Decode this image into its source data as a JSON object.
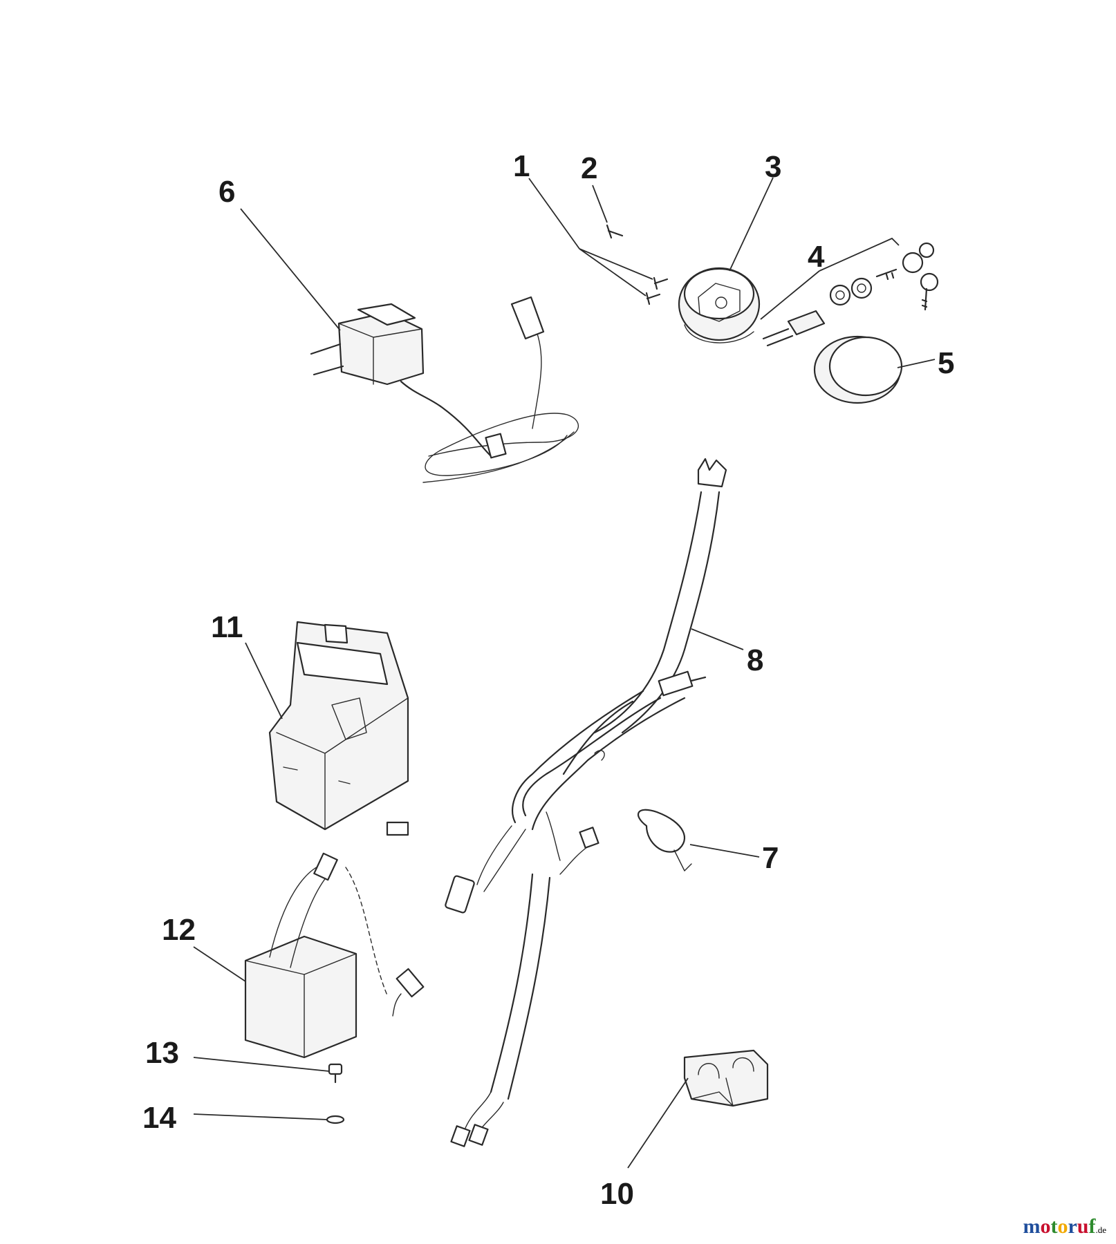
{
  "labels": {
    "l1": "1",
    "l2": "2",
    "l3": "3",
    "l4": "4",
    "l5": "5",
    "l6": "6",
    "l7": "7",
    "l8": "8",
    "l10": "10",
    "l11": "11",
    "l12": "12",
    "l13": "13",
    "l14": "14"
  },
  "logo": {
    "word": "motoruf",
    "tld": ".de"
  },
  "colors": {
    "line": "#2a2a2a",
    "logo_letters": [
      "#1f4e9c",
      "#c8102e",
      "#2e8b2e",
      "#f2a900",
      "#1f4e9c",
      "#c8102e",
      "#2e8b2e"
    ]
  }
}
